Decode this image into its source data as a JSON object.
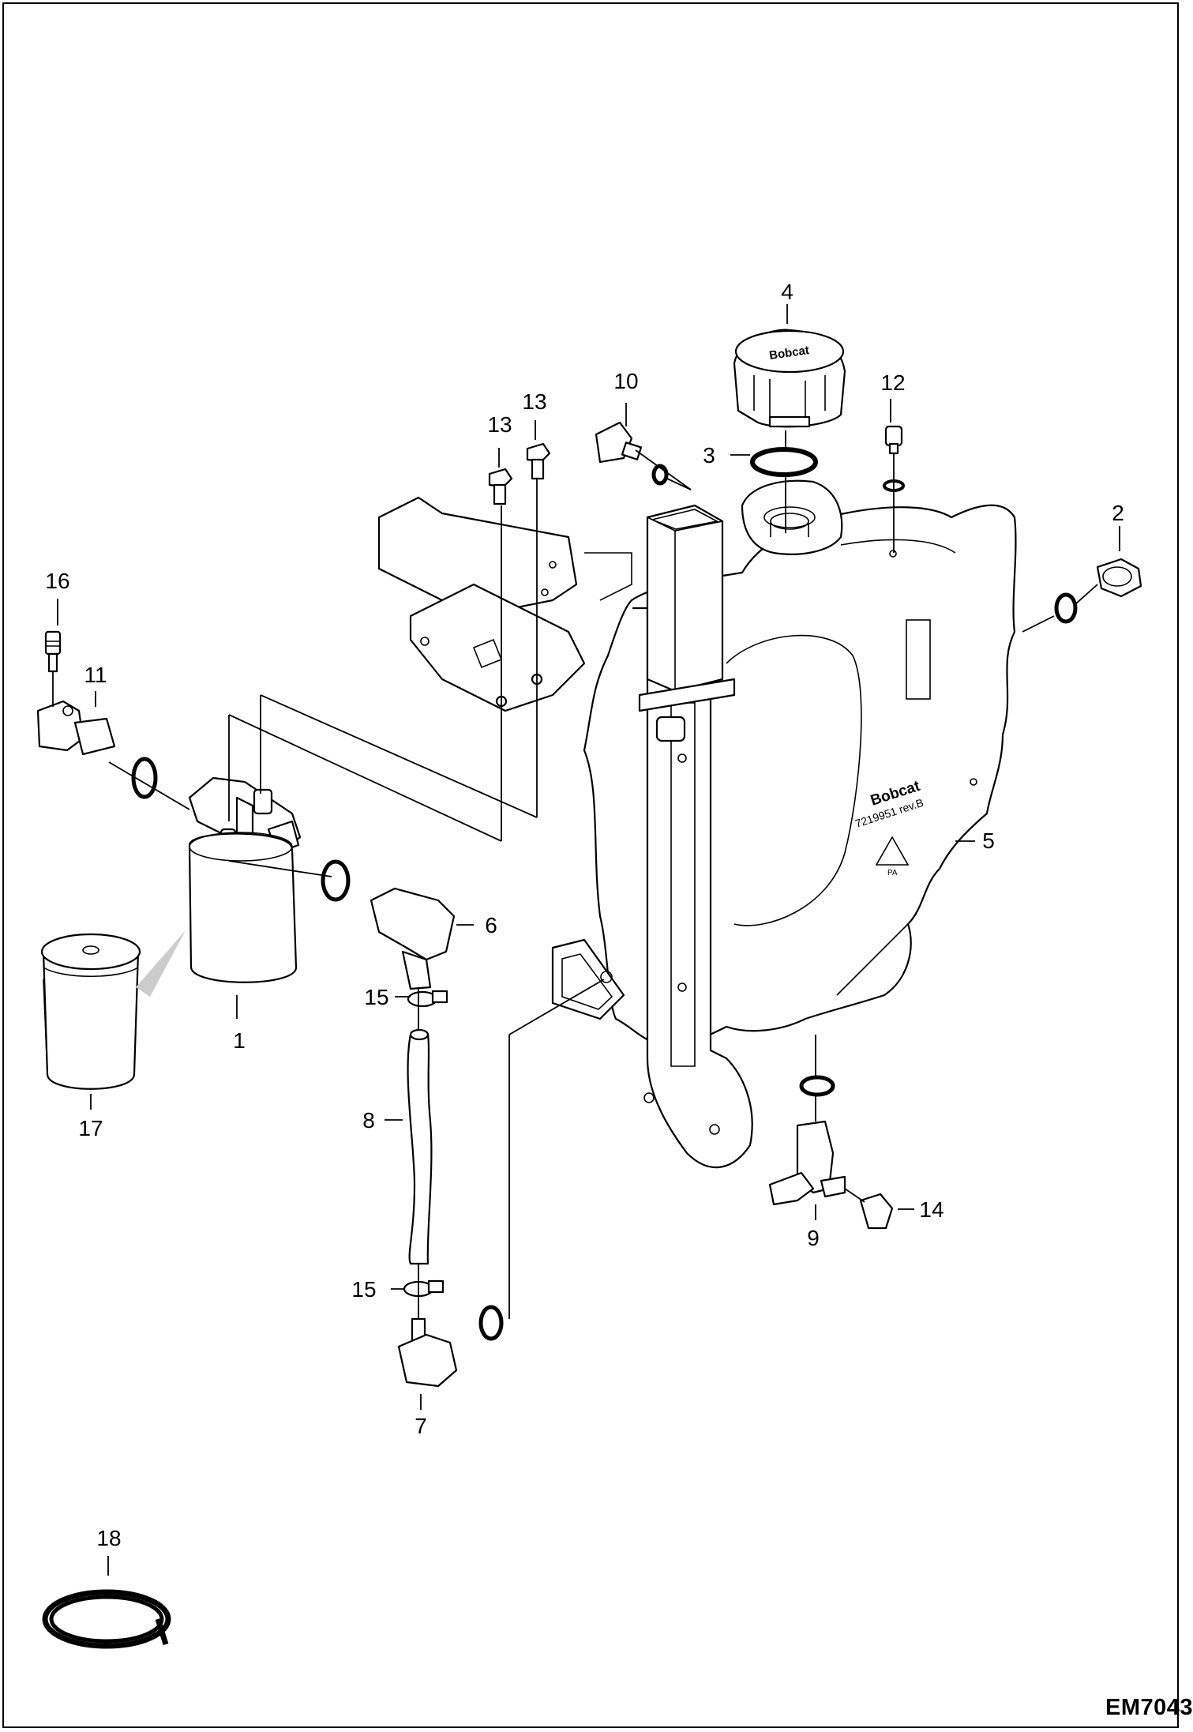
{
  "drawing": {
    "code": "EM7043",
    "callouts": [
      {
        "id": "c1",
        "text": "1"
      },
      {
        "id": "c2",
        "text": "2"
      },
      {
        "id": "c3",
        "text": "3"
      },
      {
        "id": "c4",
        "text": "4"
      },
      {
        "id": "c5",
        "text": "5"
      },
      {
        "id": "c6",
        "text": "6"
      },
      {
        "id": "c7",
        "text": "7"
      },
      {
        "id": "c8",
        "text": "8"
      },
      {
        "id": "c9",
        "text": "9"
      },
      {
        "id": "c10",
        "text": "10"
      },
      {
        "id": "c11",
        "text": "11"
      },
      {
        "id": "c12",
        "text": "12"
      },
      {
        "id": "c13a",
        "text": "13"
      },
      {
        "id": "c13b",
        "text": "13"
      },
      {
        "id": "c14",
        "text": "14"
      },
      {
        "id": "c15a",
        "text": "15"
      },
      {
        "id": "c15b",
        "text": "15"
      },
      {
        "id": "c16",
        "text": "16"
      },
      {
        "id": "c17",
        "text": "17"
      },
      {
        "id": "c18",
        "text": "18"
      }
    ],
    "tank_label": {
      "brand": "Bobcat",
      "part": "7219951 rev.B",
      "material": "PA"
    },
    "cap_label": "Bobcat"
  }
}
